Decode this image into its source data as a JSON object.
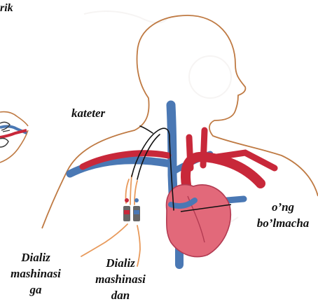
{
  "labels": {
    "partial_top": "rik",
    "catheter": "kateter",
    "right_atrium_l1": "o’ng",
    "right_atrium_l2": "bo’lmacha",
    "to_machine_l1": "Dializ",
    "to_machine_l2": "mashinasi",
    "to_machine_l3": "ga",
    "from_machine_l1": "Dializ",
    "from_machine_l2": "mashinasi",
    "from_machine_l3": "dan"
  },
  "colors": {
    "outline": "#3a3a3a",
    "body_outline": "#bf7a43",
    "vein": "#4a78b4",
    "artery": "#c8283a",
    "heart": "#e2697a",
    "tube_orange": "#e89a5c",
    "catheter_line": "#111111"
  }
}
